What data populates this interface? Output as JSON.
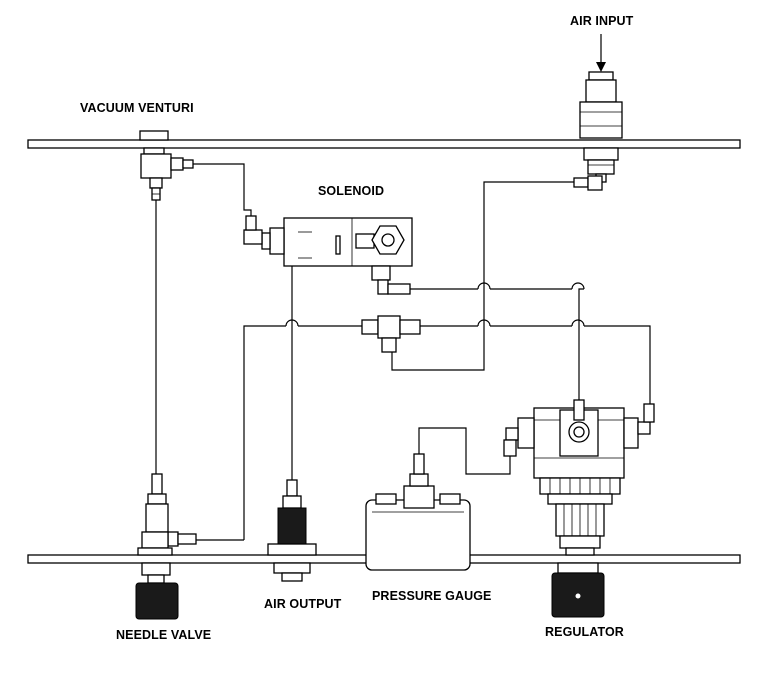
{
  "labels": {
    "air_input": "AIR INPUT",
    "vacuum_venturi": "VACUUM VENTURI",
    "solenoid": "SOLENOID",
    "needle_valve": "NEEDLE VALVE",
    "air_output": "AIR OUTPUT",
    "pressure_gauge": "PRESSURE GAUGE",
    "regulator": "REGULATOR"
  },
  "colors": {
    "line": "#000000",
    "background": "#ffffff",
    "knob": "#1a1a1a"
  }
}
